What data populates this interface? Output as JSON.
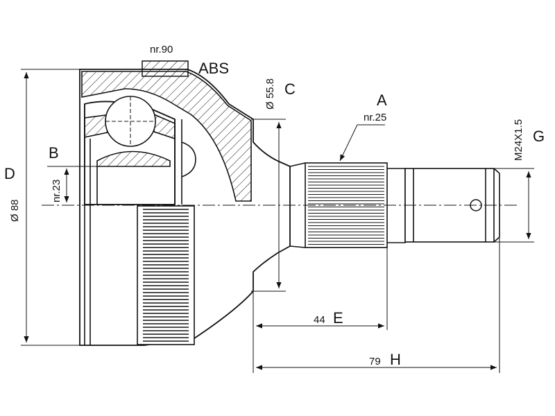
{
  "labels": {
    "abs_nr": "nr.90",
    "abs": "ABS",
    "c_dim": "Ø 55.8",
    "c": "C",
    "a": "A",
    "a_nr": "nr.25",
    "thread": "M24X1.5",
    "g": "G",
    "b": "B",
    "d": "D",
    "d_dim": "Ø 88",
    "b_nr": "nr.23",
    "e_dim": "44",
    "e": "E",
    "h_dim": "79",
    "h": "H"
  }
}
